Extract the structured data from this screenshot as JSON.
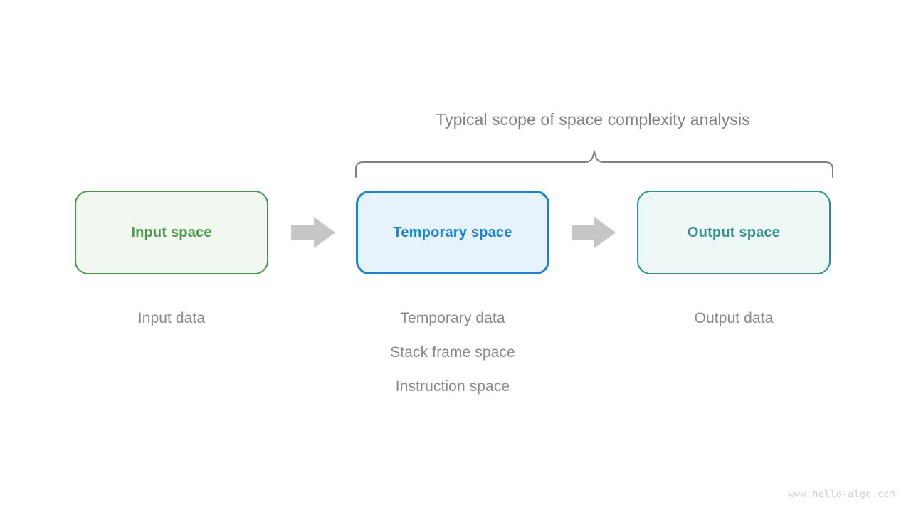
{
  "diagram": {
    "scope_caption": "Typical scope of space complexity analysis",
    "brace_color": "#808080",
    "arrow_color": "#c6c6c6",
    "caption_color": "#898989",
    "boxes": [
      {
        "id": "input-space",
        "label": "Input space",
        "fill": "#f1f8f0",
        "border": "#4d9150",
        "text_color": "#4a9a4a",
        "captions": [
          "Input data"
        ]
      },
      {
        "id": "temporary-space",
        "label": "Temporary space",
        "fill": "#e6f3fd",
        "border": "#1f82cb",
        "text_color": "#1a82d8",
        "captions": [
          "Temporary data",
          "Stack frame space",
          "Instruction space"
        ]
      },
      {
        "id": "output-space",
        "label": "Output space",
        "fill": "#edf7f6",
        "border": "#2f8e88",
        "text_color": "#34918b",
        "captions": [
          "Output data"
        ]
      }
    ],
    "arrows": [
      {
        "id": "arrow-input-to-temporary"
      },
      {
        "id": "arrow-temporary-to-output"
      }
    ],
    "watermark": "www.hello-algo.com"
  }
}
